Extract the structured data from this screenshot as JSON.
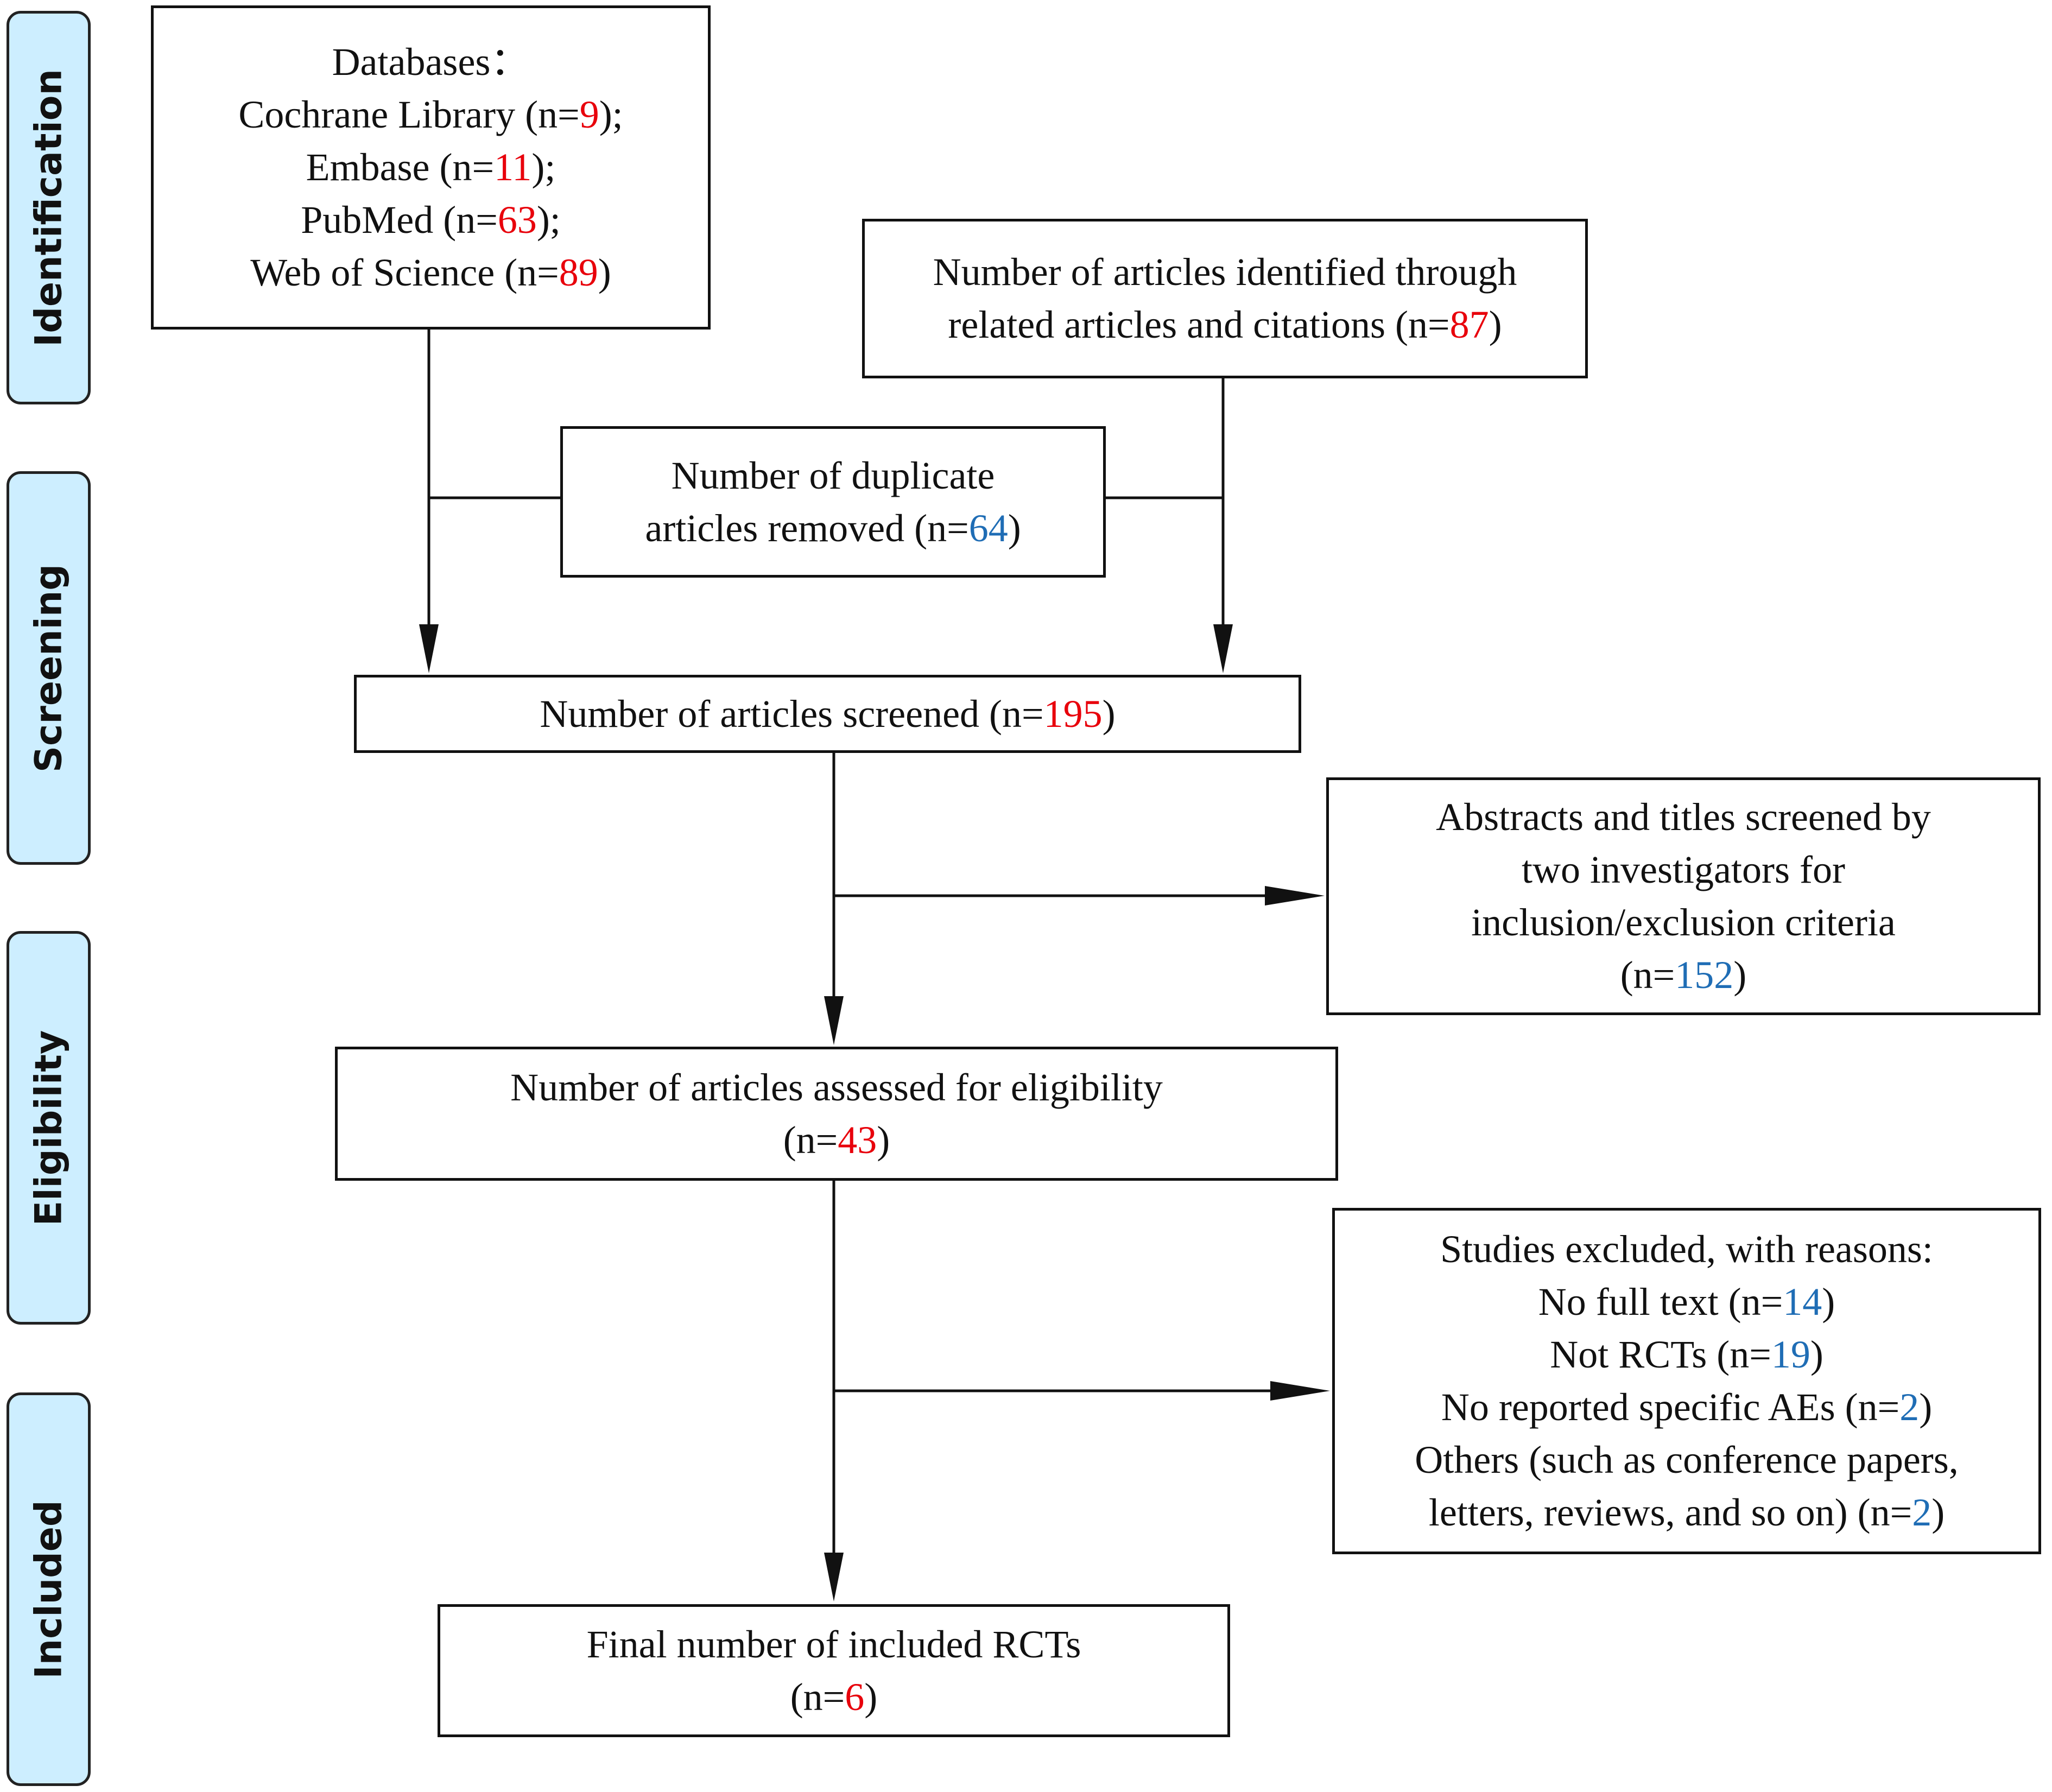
{
  "colors": {
    "stage_fill": "#cdeeff",
    "count_red": "#e8000b",
    "count_blue": "#1f6db5"
  },
  "stages": {
    "identification": "Identification",
    "screening": "Screening",
    "eligibility": "Eligibility",
    "included": "Included"
  },
  "databases": {
    "heading": "Databases：",
    "cochrane_label": "Cochrane Library (n=",
    "cochrane_n": "9",
    "cochrane_close": ");",
    "embase_label": "Embase (n=",
    "embase_n": "11",
    "embase_close": ");",
    "pubmed_label": "PubMed (n=",
    "pubmed_n": "63",
    "pubmed_close": ");",
    "wos_label": "Web of Science (n=",
    "wos_n": "89",
    "wos_close": ")"
  },
  "related": {
    "line1": "Number of articles identified through",
    "line2_label": "related articles and citations (n=",
    "n": "87",
    "close": ")"
  },
  "duplicates": {
    "line1": "Number of duplicate",
    "line2_label": "articles removed (n=",
    "n": "64",
    "close": ")"
  },
  "screened": {
    "label": "Number of articles screened (n=",
    "n": "195",
    "close": ")"
  },
  "abstracts": {
    "line1": "Abstracts and titles screened by",
    "line2": "two investigators for",
    "line3": "inclusion/exclusion criteria",
    "open": "(n=",
    "n": "152",
    "close": ")"
  },
  "eligibility_box": {
    "line1": "Number of articles assessed for eligibility",
    "open": "(n=",
    "n": "43",
    "close": ")"
  },
  "excluded": {
    "heading": "Studies excluded, with reasons:",
    "fulltext_label": "No full text (n=",
    "fulltext_n": "14",
    "fulltext_close": ")",
    "rct_label": "Not RCTs (n=",
    "rct_n": "19",
    "rct_close": ")",
    "ae_label": "No reported specific AEs (n=",
    "ae_n": "2",
    "ae_close": ")",
    "others_line1": "Others (such as conference papers,",
    "others_line2_label": "letters, reviews, and so on) (n=",
    "others_n": "2",
    "others_close": ")"
  },
  "final": {
    "line1": "Final number of included RCTs",
    "open": "(n=",
    "n": "6",
    "close": ")"
  }
}
